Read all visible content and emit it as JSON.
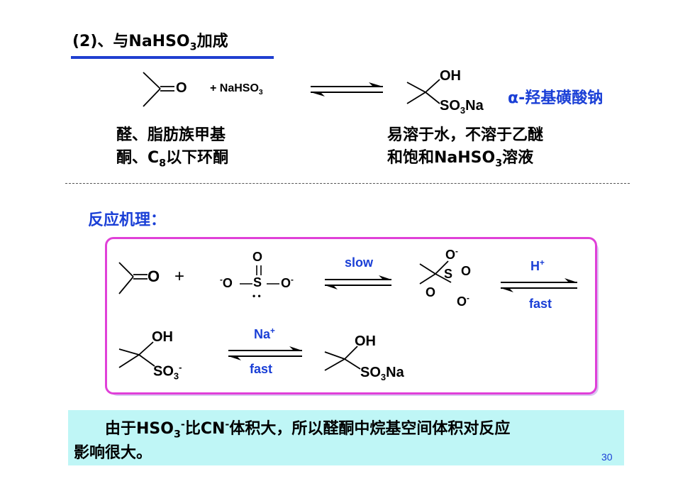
{
  "section": {
    "title_prefix": "(2)、与NaHSO",
    "title_sub": "3",
    "title_suffix": "加成"
  },
  "reaction": {
    "reagent_o": "O",
    "plus_reagent": "+ NaHSO",
    "plus_reagent_sub": "3",
    "product_oh": "OH",
    "product_so": "SO",
    "product_so_sub": "3",
    "product_na": "Na",
    "product_name": "α-羟基磺酸钠"
  },
  "notes": {
    "left_line1": "醛、脂肪族甲基",
    "left_line2_a": "酮、C",
    "left_line2_sub": "8",
    "left_line2_b": "以下环酮",
    "right_line1": "易溶于水，不溶于乙醚",
    "right_line2_a": "和饱和NaHSO",
    "right_line2_sub": "3",
    "right_line2_b": "溶液"
  },
  "mechanism": {
    "heading": "反应机理：",
    "o_label": "O",
    "plus": "+",
    "sulfite_top_o": "O",
    "sulfite_left": "O",
    "sulfite_s": "S",
    "sulfite_right": "O",
    "minus": "-",
    "lone_pair": "• •",
    "slow": "slow",
    "h_plus": "H",
    "plus_sup": "+",
    "fast1": "fast",
    "inter_o_top": "O",
    "inter_s": "S",
    "inter_o_right": "O",
    "inter_o_left": "O",
    "inter_o_bottom": "O",
    "oh": "OH",
    "so3": "SO",
    "so3_sub": "3",
    "na_plus": "Na",
    "fast2": "fast",
    "final_oh": "OH",
    "final_so": "SO",
    "final_sub": "3",
    "final_na": "Na"
  },
  "footer": {
    "line1_a": "由于HSO",
    "line1_sub": "3",
    "line1_sup": "-",
    "line1_b": "比CN",
    "line1_sup2": "-",
    "line1_c": "体积大，所以醛酮中烷基空间体积对反应",
    "line2": "影响很大。"
  },
  "page_number": "30",
  "colors": {
    "accent_blue": "#1a3fd6",
    "box_border": "#e040d8",
    "footer_bg": "#bff6f6"
  }
}
